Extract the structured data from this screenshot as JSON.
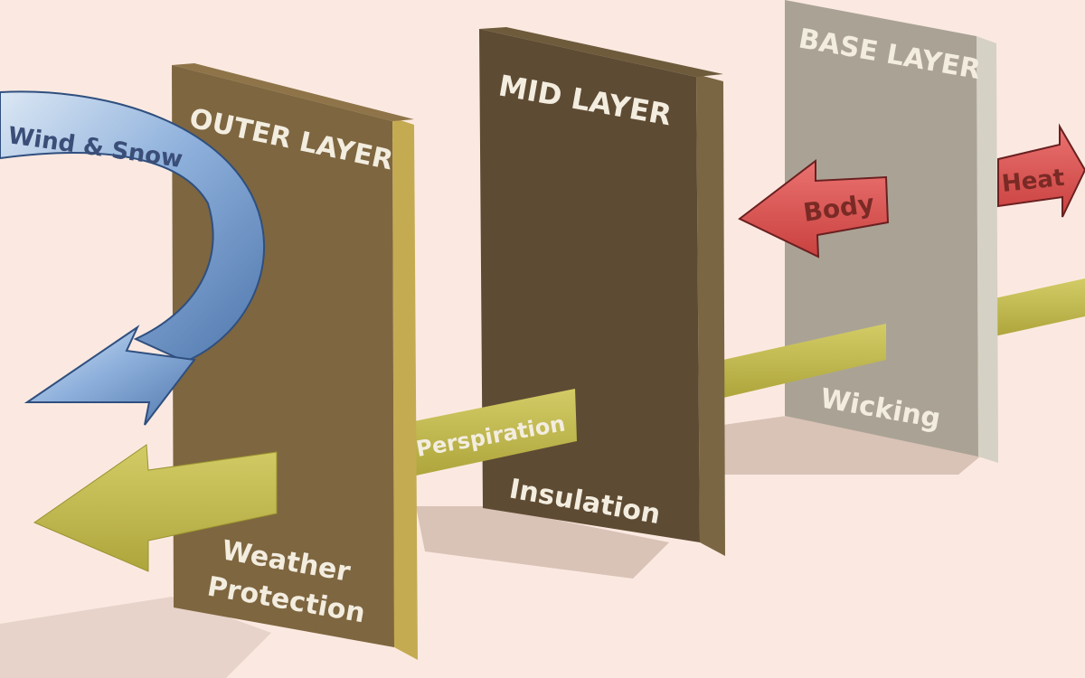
{
  "layers": {
    "outer": {
      "name": "OUTER LAYER",
      "function_line1": "Weather",
      "function_line2": "Protection"
    },
    "mid": {
      "name": "MID LAYER",
      "function": "Insulation"
    },
    "base": {
      "name": "BASE LAYER",
      "function": "Wicking"
    }
  },
  "arrows": {
    "wind": "Wind & Snow",
    "perspiration": "Perspiration",
    "body": "Body",
    "heat": "Heat"
  },
  "colors": {
    "background": "#fbe9e1",
    "outer_front": "#7e6640",
    "outer_side": "#c4ab52",
    "mid_front": "#5e4b33",
    "mid_side": "#7a6642",
    "base_front": "#aaa395",
    "base_side": "#d5d1c4",
    "perspiration": "#bcb34a",
    "wind": "#7fa3d4",
    "body_heat": "#de5a57",
    "label_light": "#f3ede0",
    "label_dark": "#7a2a25"
  }
}
